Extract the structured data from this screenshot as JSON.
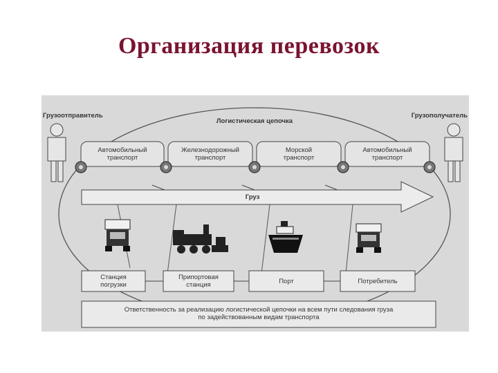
{
  "title": "Организация перевозок",
  "diagram": {
    "sender": "Грузоотправитель",
    "receiver": "Грузополучатель",
    "chain": "Логистическая цепочка",
    "transport": [
      "Автомобильный\nтранспорт",
      "Железнодорожный\nтранспорт",
      "Морской\nтранспорт",
      "Автомобильный\nтранспорт"
    ],
    "cargo": "Груз",
    "stations": [
      "Станция\nпогрузки",
      "Припортовая\nстанция",
      "Порт",
      "Потребитель"
    ],
    "responsibility": "Ответственность за реализацию логистической цепочки на всем пути следования груза\nпо задействованным видам транспорта"
  },
  "icons": [
    "person-icon",
    "truck-icon",
    "locomotive-icon",
    "ship-icon",
    "truck-icon",
    "person-icon"
  ]
}
